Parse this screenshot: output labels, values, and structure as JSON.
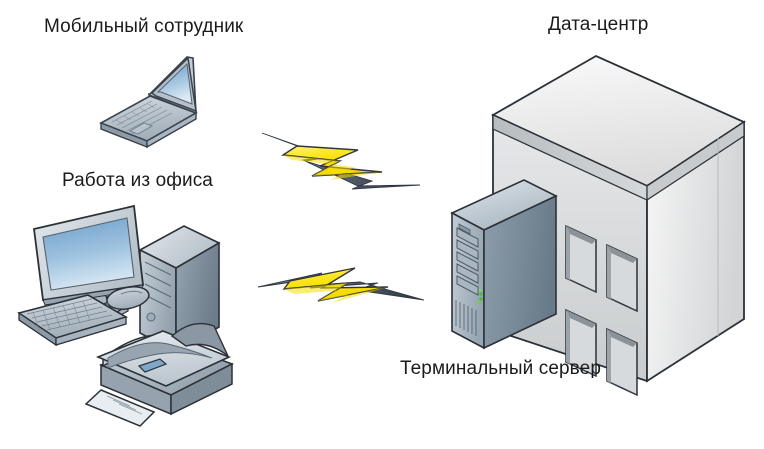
{
  "diagram": {
    "title": "Remote access to terminal server in data center",
    "background_color": "#ffffff",
    "labels": {
      "mobile_worker": "Мобильный сотрудник",
      "office_work": "Работа из офиса",
      "data_center": "Дата-центр",
      "terminal_server": "Терминальный сервер"
    },
    "nodes": [
      {
        "id": "mobile-worker",
        "icon": "laptop-icon",
        "label": "Мобильный сотрудник",
        "label_position": "above"
      },
      {
        "id": "office-workstation",
        "icon": "desktop-computer-icon",
        "label": "Работа из офиса",
        "label_position": "above",
        "parts": [
          "monitor-icon",
          "keyboard-icon",
          "mouse-icon",
          "desktop-tower-icon",
          "printer-icon"
        ]
      },
      {
        "id": "data-center",
        "icon": "building-icon",
        "label": "Дата-центр",
        "label_position": "above"
      },
      {
        "id": "terminal-server",
        "icon": "server-tower-icon",
        "label": "Терминальный сервер",
        "label_position": "below"
      }
    ],
    "connections": [
      {
        "id": "link-mobile-to-server",
        "icon": "lightning-bolt-icon",
        "from": "mobile-worker",
        "to": "terminal-server",
        "style": "wireless-lightning"
      },
      {
        "id": "link-office-to-server",
        "icon": "lightning-bolt-icon",
        "from": "office-workstation",
        "to": "terminal-server",
        "style": "wireless-lightning"
      }
    ],
    "colors": {
      "bolt_fill": "#fbe414",
      "bolt_fill_light": "#fdf68a",
      "bolt_outline": "#3c4250",
      "screen_blue_top": "#6f9fcb",
      "screen_blue_bottom": "#cfe1f0",
      "device_gray": "#b9c3cc",
      "device_gray_dark": "#7d8b99",
      "building_light": "#f2f2f2",
      "building_mid": "#d8dadc",
      "building_shade": "#c3c6c9",
      "outline": "#2c3138",
      "led_green": "#5bbf3a",
      "label_text": "#1b1b1b"
    }
  }
}
